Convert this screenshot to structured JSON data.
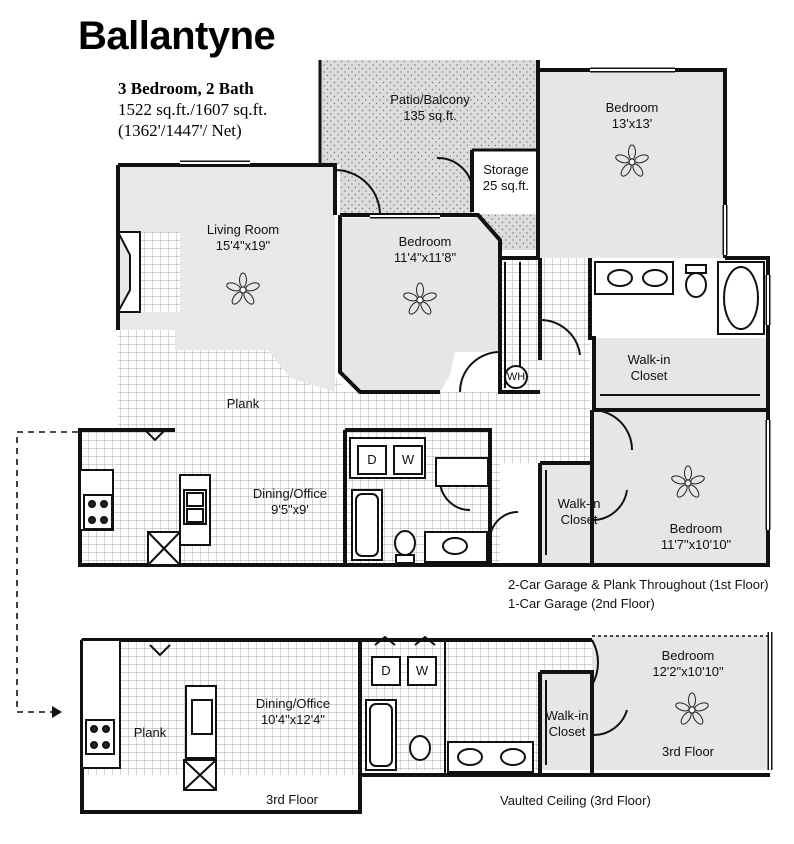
{
  "plan": {
    "name": "Ballantyne",
    "beds_baths": "3 Bedroom, 2 Bath",
    "area": "1522 sq.ft./1607 sq.ft.",
    "net": "(1362'/1447'/ Net)"
  },
  "first_floor": {
    "rooms": [
      {
        "name": "Patio/Balcony",
        "size": "135 sq.ft."
      },
      {
        "name": "Storage",
        "size": "25 sq.ft."
      },
      {
        "name": "Bedroom",
        "size": "13'x13'"
      },
      {
        "name": "Living Room",
        "size": "15'4\"x19\""
      },
      {
        "name": "Bedroom",
        "size": "11'4\"x11'8\""
      },
      {
        "name": "Walk-in",
        "size": "Closet"
      },
      {
        "name": "Plank",
        "size": ""
      },
      {
        "name": "Dining/Office",
        "size": "9'5\"x9'"
      },
      {
        "name": "Walk-in",
        "size": "Closet"
      },
      {
        "name": "Bedroom",
        "size": "11'7\"x10'10\""
      }
    ],
    "appliances": {
      "water_heater": "WH",
      "dryer": "D",
      "washer": "W"
    }
  },
  "notes": {
    "garage_1": "2-Car Garage & Plank Throughout (1st Floor)",
    "garage_2": "1-Car Garage (2nd Floor)",
    "vaulted": "Vaulted Ceiling (3rd Floor)"
  },
  "third_floor": {
    "rooms": [
      {
        "name": "Plank",
        "size": ""
      },
      {
        "name": "Dining/Office",
        "size": "10'4\"x12'4\""
      },
      {
        "name": "Walk-in",
        "size": "Closet"
      },
      {
        "name": "Bedroom",
        "size": "12'2\"x10'10\""
      }
    ],
    "floor_label_1": "3rd Floor",
    "floor_label_2": "3rd Floor",
    "appliances": {
      "dryer": "D",
      "washer": "W"
    }
  },
  "colors": {
    "wall": "#111111",
    "tile_fill": "#ffffff",
    "tile_line": "#7a7a7a",
    "carpet": "#e6e6e6",
    "patio": "#d9d9d9"
  }
}
